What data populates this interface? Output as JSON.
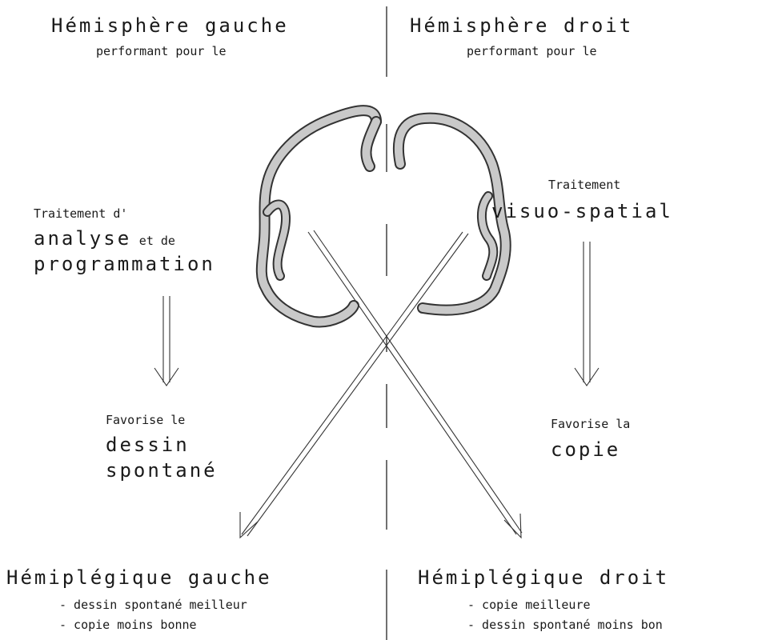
{
  "header": {
    "left_title": "Hémisphère gauche",
    "left_subtitle": "performant pour le",
    "right_title": "Hémisphère droit",
    "right_subtitle": "performant pour le"
  },
  "left_process": {
    "line1": "Traitement d'",
    "line2_big": "analyse",
    "line2_small": "et de",
    "line3_big": "programmation"
  },
  "right_process": {
    "line1": "Traitement",
    "line2_big": "visuo-spatial"
  },
  "left_favor": {
    "line1": "Favorise le",
    "line2": "dessin",
    "line3": "spontané"
  },
  "right_favor": {
    "line1": "Favorise la",
    "line2": "copie"
  },
  "bottom_left": {
    "title": "Hémiplégique gauche",
    "items": [
      "- dessin spontané meilleur",
      "- copie moins bonne"
    ]
  },
  "bottom_right": {
    "title": "Hémiplégique droit",
    "items": [
      "- copie meilleure",
      "- dessin spontané moins bon"
    ]
  }
}
